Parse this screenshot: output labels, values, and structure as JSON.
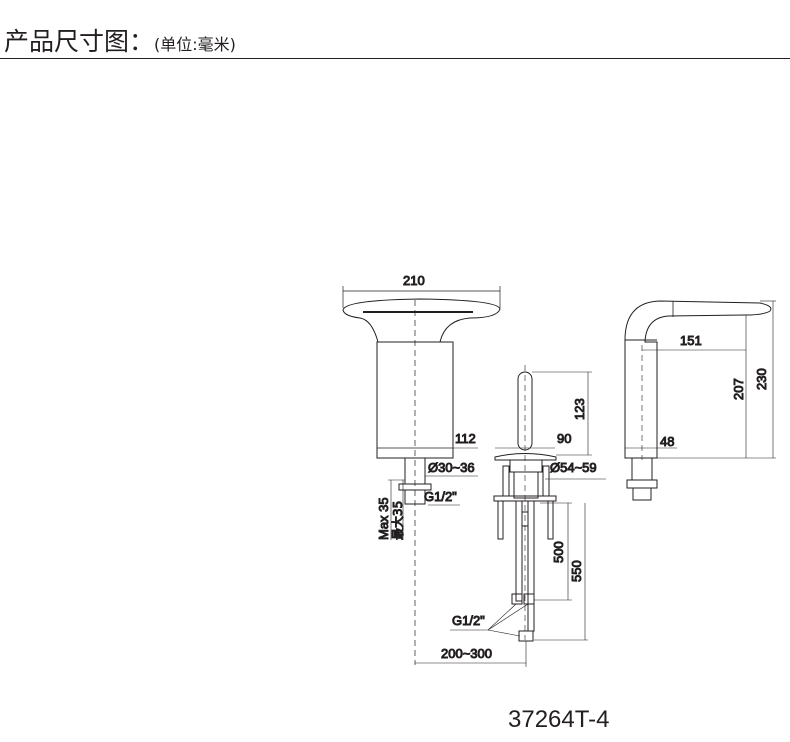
{
  "header": {
    "title": "产品尺寸图：",
    "unit": "(单位:毫米)"
  },
  "dimensions": {
    "width_210": "210",
    "base_112": "112",
    "hole_30_36": "Ø30~36",
    "thread_left": "G1/2\"",
    "max_35_en": "Max 35",
    "max_35_cn": "最大35",
    "handle_123": "123",
    "handle_base_90": "90",
    "hole_54_59": "Ø54~59",
    "hose_500": "500",
    "hose_550": "550",
    "thread_hose": "G1/2\"",
    "spacing": "200~300",
    "reach_151": "151",
    "height_207": "207",
    "height_230": "230",
    "base_48": "48"
  },
  "model": "37264T-4"
}
